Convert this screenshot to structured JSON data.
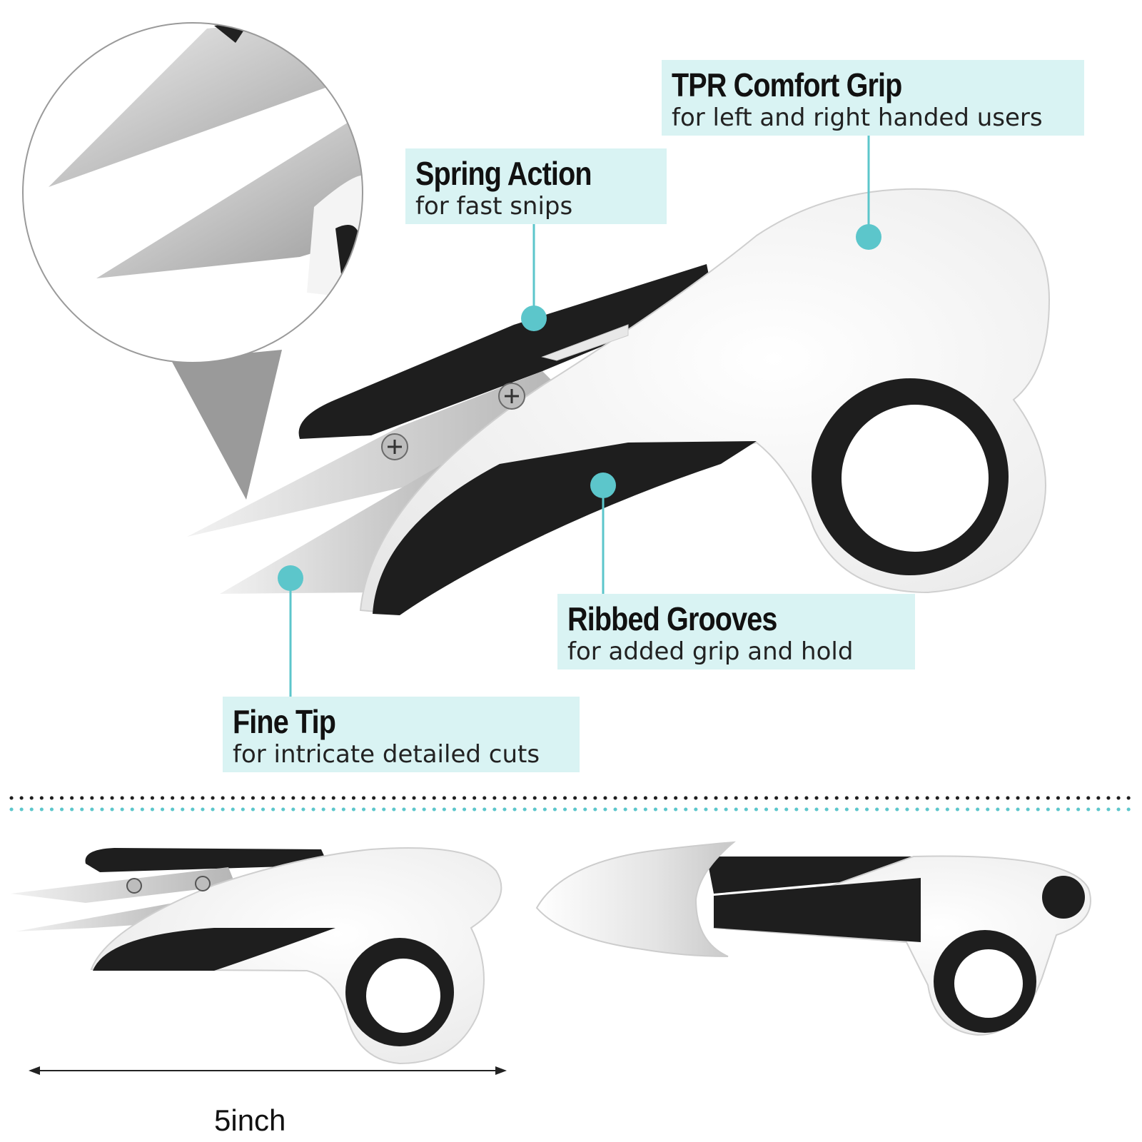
{
  "colors": {
    "accent": "#5cc6cb",
    "callout_bg": "#d9f3f3",
    "grip_black": "#1e1e1e",
    "body_white": "#ffffff",
    "blade": "#c8c8c8"
  },
  "callouts": {
    "tpr": {
      "title": "TPR Comfort Grip",
      "subtitle": "for left and right handed users"
    },
    "spring": {
      "title": "Spring Action",
      "subtitle": "for fast snips"
    },
    "ribbed": {
      "title": "Ribbed Grooves",
      "subtitle": "for added grip and hold"
    },
    "fine_tip": {
      "title": "Fine Tip",
      "subtitle": "for intricate detailed cuts"
    }
  },
  "dimension": {
    "label": "5inch"
  }
}
